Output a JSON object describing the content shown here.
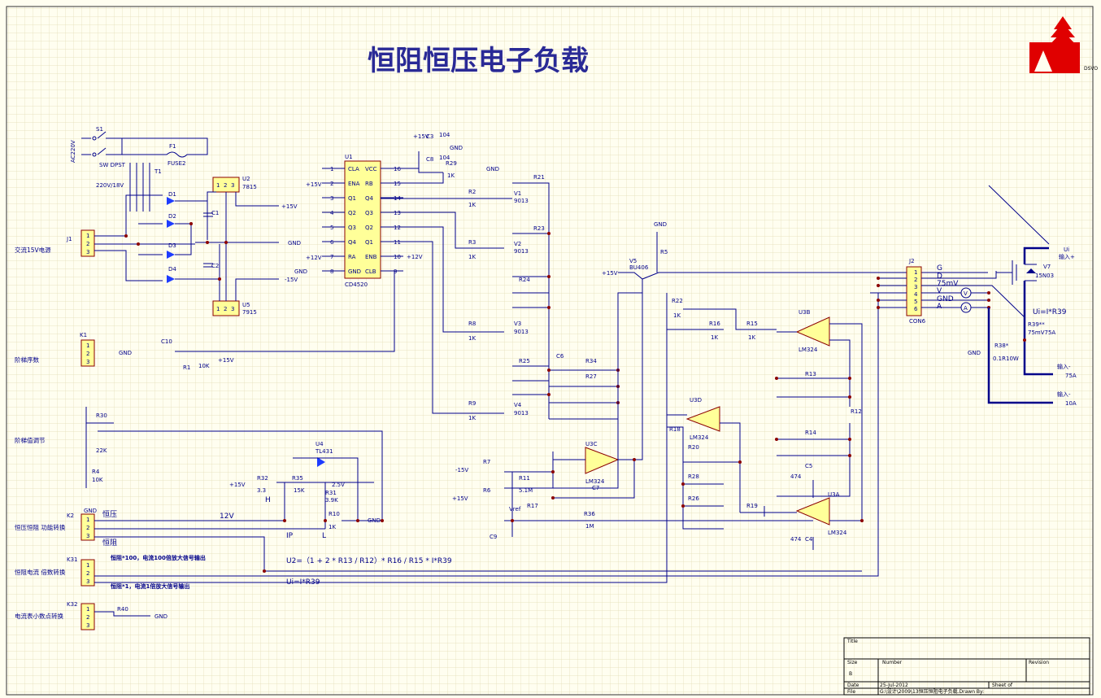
{
  "title": "恒阻恒压电子负载",
  "logo_text": "DSVO",
  "side_labels": [
    "交流15V电源",
    "阶梯序数",
    "阶梯值调节",
    "恒压恒阻 功能转换",
    "恒阻电流 倍数转换",
    "电流表小数点转换"
  ],
  "connectors": [
    "J1",
    "K1",
    "K2",
    "K31",
    "K32",
    "J2"
  ],
  "components": {
    "S1": "S1",
    "sw": "SW DPST",
    "ac": "AC220V",
    "F1": "F1",
    "fuse": "FUSE2",
    "T1": "T1",
    "tr": "220V/18V",
    "U2": "U2",
    "u2v": "7815",
    "U5": "U5",
    "u5v": "7915",
    "U1": "U1",
    "u1v": "CD4520",
    "C1": "C1",
    "C2": "C2",
    "C10": "C10",
    "R1": "R1",
    "r1v": "10K",
    "U4": "U4",
    "u4v": "TL431",
    "V5": "V5",
    "v5v": "BU406",
    "V7": "V7",
    "v7v": "15N03",
    "U3A": "U3A",
    "U3B": "U3B",
    "U3C": "U3C",
    "U3D": "U3D",
    "lm": "LM324",
    "R30": "R30",
    "r30v": "22K",
    "R4": "R4",
    "r4v": "10K",
    "R32": "R32",
    "r32v": "3.3",
    "R35": "R35",
    "r35v": "15K",
    "R31": "R31",
    "r31v": "3.9K",
    "R10": "R10",
    "r10v": "1K",
    "R39": "R39**",
    "r39v": "75mV75A",
    "R38": "R38*",
    "r38v": "0.1R10W",
    "C9": "C9",
    "C7": "C7",
    "R36": "R36",
    "r36v": "1M",
    "R11": "R11",
    "r11v": "5.1M",
    "R17": "R17",
    "R7": "R7",
    "R6": "R6",
    "R12": "R12",
    "R13": "R13",
    "R14": "R14",
    "R15": "R15",
    "R16": "R16",
    "R19": "R19",
    "R20": "R20",
    "R22": "R22",
    "R26": "R26",
    "R28": "R28",
    "R34": "R34",
    "R9": "R9",
    "R8": "R8",
    "R3": "R3",
    "R2": "R2",
    "R21": "R21",
    "R23": "R23",
    "R24": "R24",
    "R25": "R25",
    "R27": "R27",
    "R29": "R29",
    "C3": "C3",
    "C8": "C8",
    "C6": "C6",
    "C5": "C5",
    "C4": "C4",
    "R5": "R5",
    "R18": "R18",
    "R40": "R40",
    "V1": "V1",
    "V2": "V2",
    "V3": "V3",
    "V4": "V4",
    "tr9013": "9013",
    "D1": "D1",
    "D2": "D2",
    "D3": "D3",
    "D4": "D4"
  },
  "nets": {
    "p15": "+15V",
    "m15": "-15V",
    "p12": "+12V",
    "gnd": "GND",
    "v12": "12V",
    "p25": "2.5V",
    "vref": "Vref",
    "c104": "104",
    "c474": "474"
  },
  "u1_pins": {
    "left": [
      "CLA",
      "ENA",
      "Q1",
      "Q2",
      "Q3",
      "Q4",
      "RA",
      "GND"
    ],
    "right": [
      "VCC",
      "RB",
      "Q4",
      "Q3",
      "Q2",
      "Q1",
      "ENB",
      "CLB"
    ],
    "left_nums": [
      "1",
      "2",
      "3",
      "4",
      "5",
      "6",
      "7",
      "8"
    ],
    "right_nums": [
      "16",
      "15",
      "14",
      "13",
      "12",
      "11",
      "10",
      "9"
    ]
  },
  "j2_labels": [
    "G",
    "D",
    "V",
    "GND",
    "A"
  ],
  "j2_val": "75mV",
  "con6": "CON6",
  "k2_notes": [
    "恒压",
    "恒阻"
  ],
  "k31_notes": [
    "恒阻*100，电流100倍放大信号输出",
    "恒阻*1，电流1倍放大信号输出"
  ],
  "formulas": [
    "U2=（1 + 2 * R13 / R12）* R16 / R15 * I*R39",
    "Ui=I*R39",
    "Ui=I*R39"
  ],
  "pot_labels": [
    "H",
    "IP",
    "L"
  ],
  "outputs": [
    "输入+",
    "输入-",
    "输入-"
  ],
  "output_tags": [
    "Ui",
    "75A",
    "10A"
  ],
  "meters": [
    "V",
    "A"
  ],
  "titleblock": {
    "title": "Title",
    "size": "Size",
    "size_val": "B",
    "number": "Number",
    "revision": "Revision",
    "date": "Date",
    "date_val": "25-Jul-2012",
    "sheet": "Sheet  of",
    "file": "File",
    "file_val": "G:\\设计\\2009\\13恒压恒阻电子负载.Drawn By:"
  }
}
